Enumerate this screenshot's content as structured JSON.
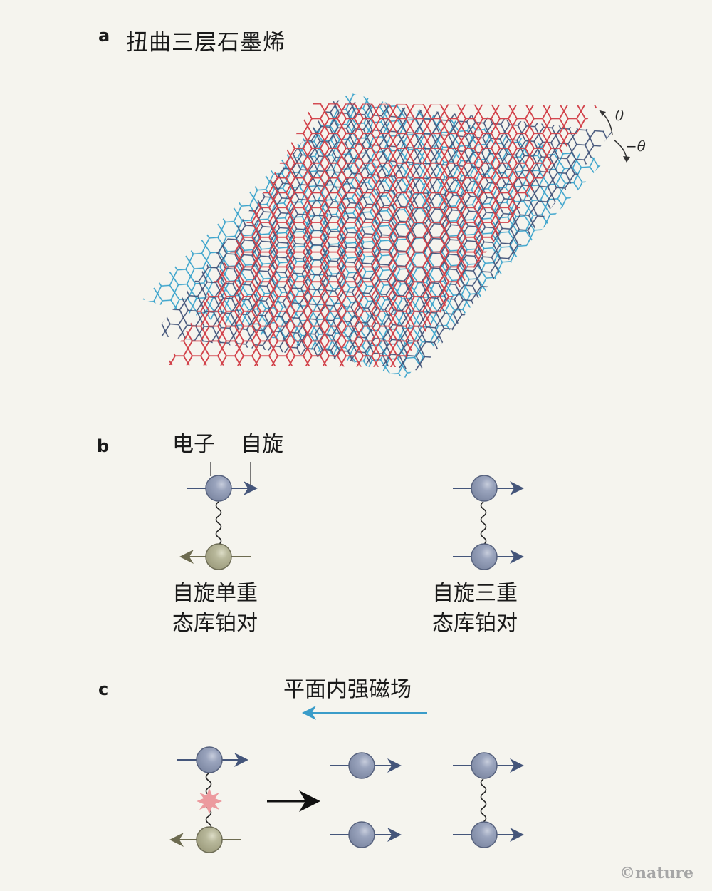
{
  "panel_a": {
    "letter": "a",
    "title": "扭曲三层石墨烯",
    "angle_top": "θ",
    "angle_bottom": "−θ",
    "layer_colors": {
      "top": "#d2424a",
      "middle": "#44557a",
      "bottom": "#3aa3cc"
    }
  },
  "panel_b": {
    "letter": "b",
    "electron_label": "电子",
    "spin_label": "自旋",
    "singlet_label_line1": "自旋单重",
    "singlet_label_line2": "态库铂对",
    "triplet_label_line1": "自旋三重",
    "triplet_label_line2": "态库铂对"
  },
  "panel_c": {
    "letter": "c",
    "field_label": "平面内强磁场",
    "field_arrow_color": "#3a9cc9"
  },
  "colors": {
    "electron_up": "#8f9ab3",
    "electron_down": "#b6b597",
    "spin_arrow_up": "#44557a",
    "spin_arrow_down": "#6d6b50",
    "break_star": "#ec9a9e"
  },
  "credit": "©nature"
}
